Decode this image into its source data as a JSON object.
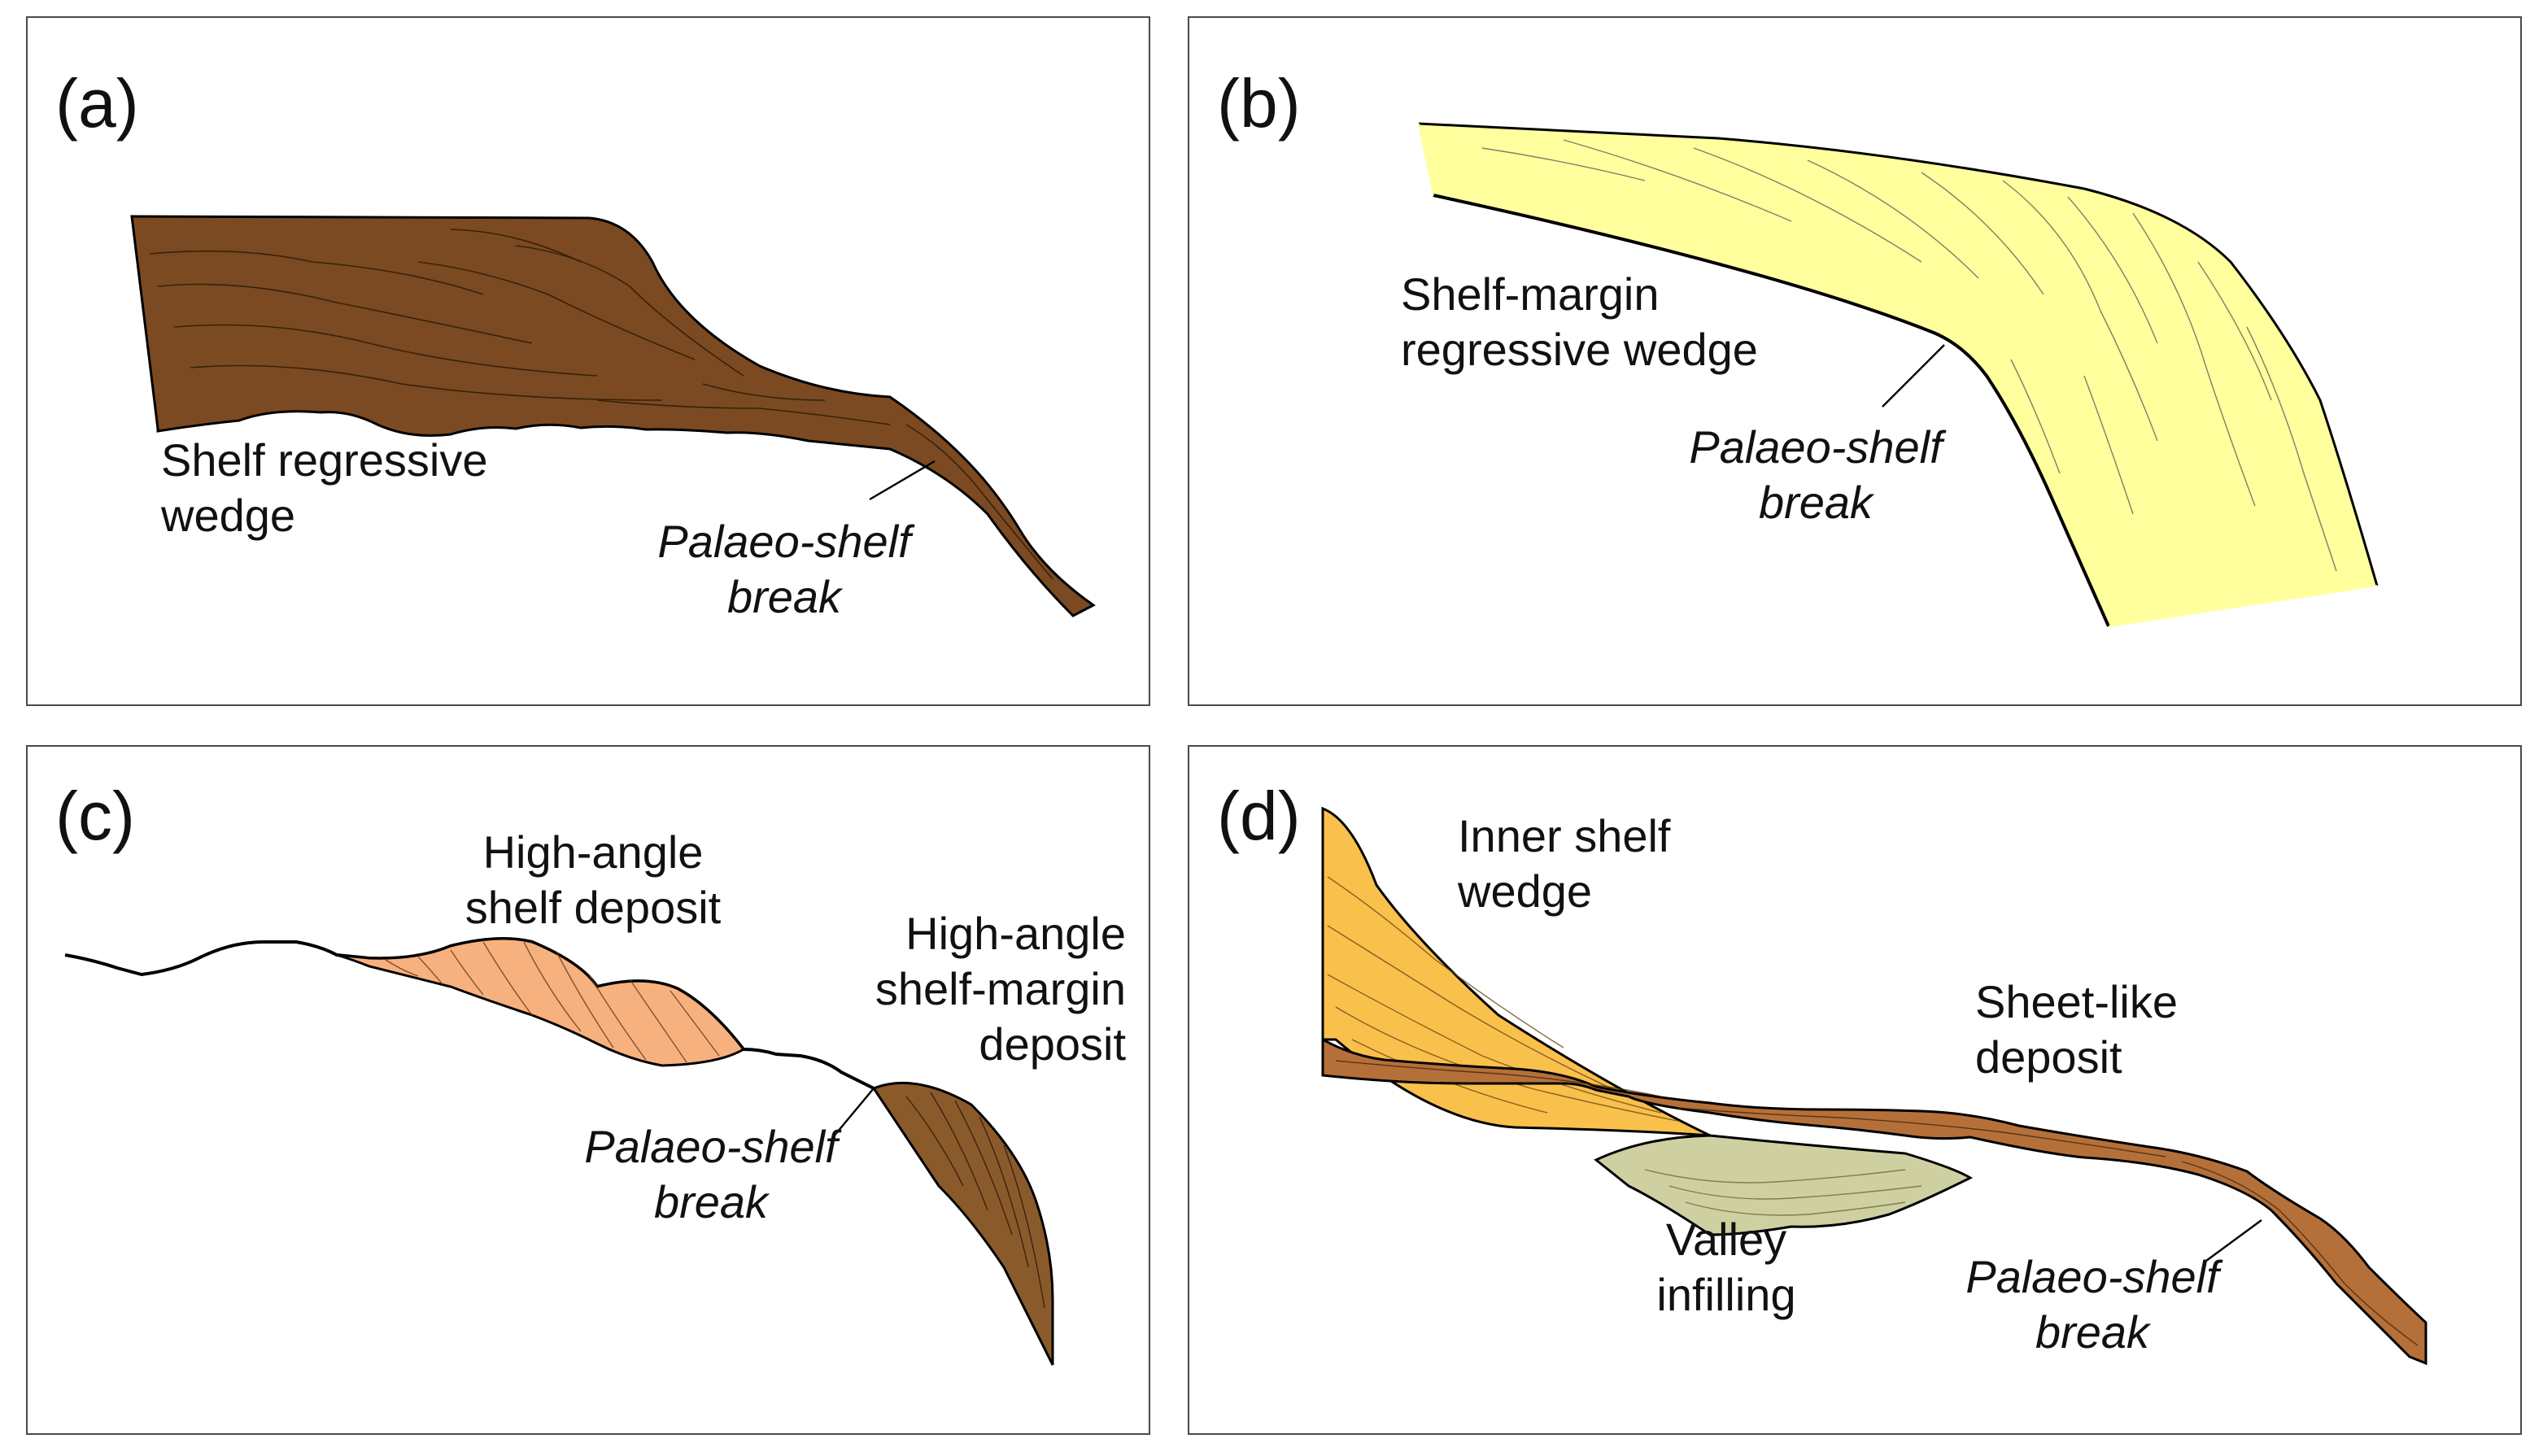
{
  "panels": {
    "a": {
      "letter": "(a)",
      "wedge_label": "Shelf regressive\nwedge",
      "break_label": "Palaeo-shelf\nbreak",
      "fill_color": "#7b4a22"
    },
    "b": {
      "letter": "(b)",
      "wedge_label": "Shelf-margin\nregressive wedge",
      "break_label": "Palaeo-shelf\nbreak",
      "fill_color": "#ffff9e"
    },
    "c": {
      "letter": "(c)",
      "shelf_label": "High-angle\nshelf deposit",
      "margin_label": "High-angle\nshelf-margin\ndeposit",
      "break_label": "Palaeo-shelf\nbreak",
      "shelf_color": "#f6b17e",
      "margin_color": "#8b5a2b"
    },
    "d": {
      "letter": "(d)",
      "inner_label": "Inner shelf\nwedge",
      "sheet_label": "Sheet-like\ndeposit",
      "valley_label": "Valley\ninfilling",
      "break_label": "Palaeo-shelf\nbreak",
      "inner_color": "#f9c04c",
      "sheet_color": "#b5703a",
      "valley_color": "#cfd0a2"
    }
  }
}
